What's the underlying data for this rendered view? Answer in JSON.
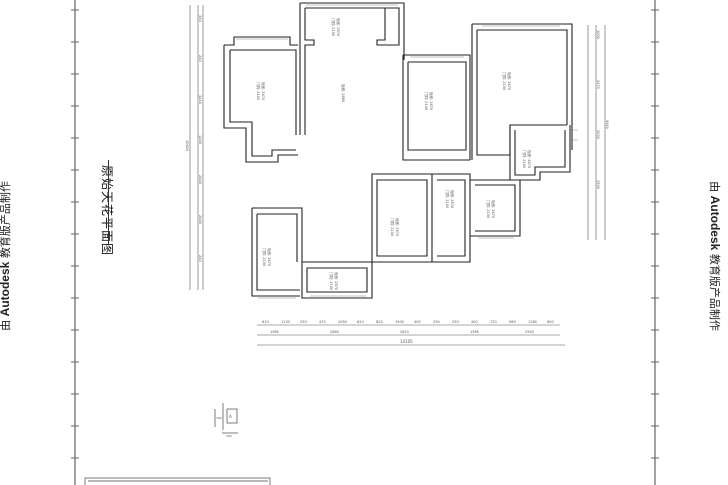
{
  "drawing": {
    "title": "原始天花平面图",
    "watermark_prefix": "由",
    "watermark_brand": "Autodesk",
    "watermark_suffix": "教育版产品制作"
  },
  "rooms": [
    {
      "label": "板底: 2870",
      "sub": "门洞: 2100"
    },
    {
      "label": "板底: 2880",
      "sub": ""
    },
    {
      "label": "板底: 2870",
      "sub": "门洞: 2100"
    },
    {
      "label": "板底: 2870",
      "sub": "门洞: 2100"
    },
    {
      "label": "板底: 2870",
      "sub": "门洞: 2100"
    },
    {
      "label": "板底: 2870",
      "sub": "门洞: 2100"
    },
    {
      "label": "板底: 2870",
      "sub": "门洞: 2100"
    },
    {
      "label": "板底: 2870",
      "sub": "门洞: 2100"
    },
    {
      "label": "板底: 2870",
      "sub": "门洞: 2100"
    },
    {
      "label": "板底: 2870",
      "sub": "门洞: 2100"
    },
    {
      "label": "板底: 2870",
      "sub": "门洞: 2100"
    }
  ],
  "dimensions": {
    "row1": [
      "610",
      "1130",
      "250",
      "470",
      "2050",
      "620",
      "820",
      "1500",
      "400",
      "250",
      "250",
      "400",
      "720",
      "980",
      "1160",
      "800"
    ],
    "row2": [
      "1985",
      "2860",
      "2810",
      "1585",
      "2945"
    ],
    "total": "14105",
    "left_col": [
      "350",
      "240",
      "3240",
      "1200",
      "2400",
      "2000",
      "240"
    ],
    "left_total": "10620",
    "right_col": [
      "1000",
      "2670",
      "2000",
      "1500"
    ],
    "right_total": "9940"
  },
  "detail": {
    "label": "A",
    "dim_v": "300",
    "dim_h": "300"
  }
}
